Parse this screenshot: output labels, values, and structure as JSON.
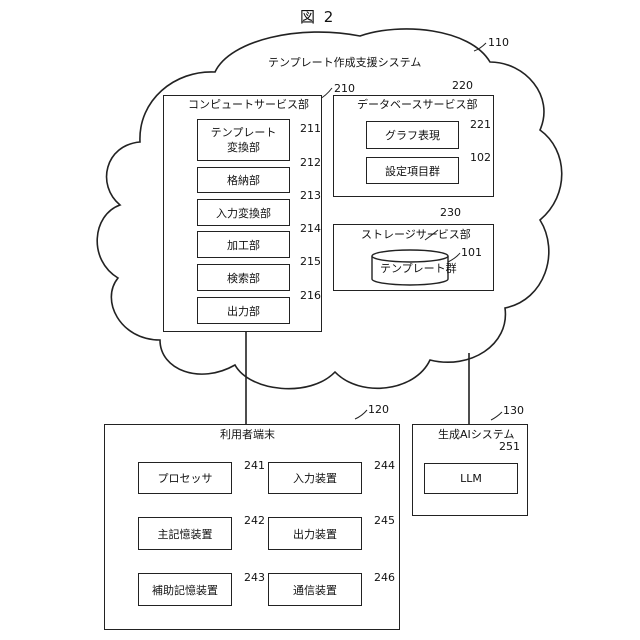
{
  "figure_title": "図 2",
  "cloud": {
    "label": "テンプレート作成支援システム",
    "ref": "110"
  },
  "compute_service": {
    "label": "コンピュートサービス部",
    "ref": "210",
    "units": [
      {
        "label": "テンプレート\n変換部",
        "ref": "211"
      },
      {
        "label": "格納部",
        "ref": "212"
      },
      {
        "label": "入力変換部",
        "ref": "213"
      },
      {
        "label": "加工部",
        "ref": "214"
      },
      {
        "label": "検索部",
        "ref": "215"
      },
      {
        "label": "出力部",
        "ref": "216"
      }
    ]
  },
  "database_service": {
    "label": "データベースサービス部",
    "ref": "220",
    "units": [
      {
        "label": "グラフ表現",
        "ref": "221"
      },
      {
        "label": "設定項目群",
        "ref": "102"
      }
    ]
  },
  "storage_service": {
    "label": "ストレージサービス部",
    "ref": "230",
    "db": {
      "label": "テンプレート群",
      "ref": "101"
    }
  },
  "user_terminal": {
    "label": "利用者端末",
    "ref": "120",
    "units": [
      {
        "label": "プロセッサ",
        "ref": "241"
      },
      {
        "label": "主記憶装置",
        "ref": "242"
      },
      {
        "label": "補助記憶装置",
        "ref": "243"
      },
      {
        "label": "入力装置",
        "ref": "244"
      },
      {
        "label": "出力装置",
        "ref": "245"
      },
      {
        "label": "通信装置",
        "ref": "246"
      }
    ]
  },
  "gen_ai": {
    "label": "生成AIシステム",
    "ref": "130",
    "unit": {
      "label": "LLM",
      "ref": "251"
    }
  }
}
